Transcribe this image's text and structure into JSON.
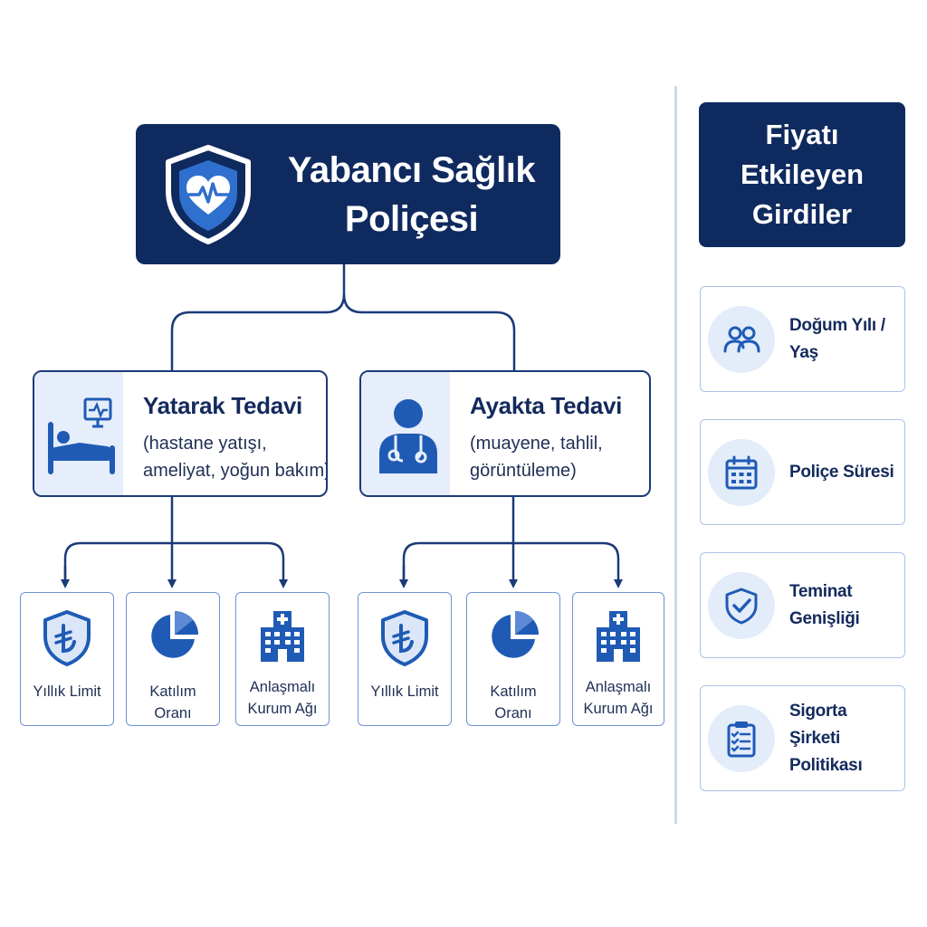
{
  "title": {
    "line1": "Yabancı Sağlık",
    "line2": "Poliçesi"
  },
  "branches": [
    {
      "title": "Yatarak Tedavi",
      "sub1": "(hastane yatışı,",
      "sub2": "ameliyat, yoğun bakım)",
      "icon": "hospital-bed-monitor-icon",
      "leaves": [
        {
          "line1": "Yıllık Limit",
          "line2": "",
          "icon": "lira-shield-icon"
        },
        {
          "line1": "Katılım Oranı",
          "line2": "",
          "icon": "pie-chart-icon"
        },
        {
          "line1": "Anlaşmalı",
          "line2": "Kurum Ağı",
          "icon": "hospital-building-icon"
        }
      ]
    },
    {
      "title": "Ayakta Tedavi",
      "sub1": "(muayene, tahlil,",
      "sub2": "görüntüleme)",
      "icon": "doctor-stethoscope-icon",
      "leaves": [
        {
          "line1": "Yıllık Limit",
          "line2": "",
          "icon": "lira-shield-icon"
        },
        {
          "line1": "Katılım Oranı",
          "line2": "",
          "icon": "pie-chart-icon"
        },
        {
          "line1": "Anlaşmalı",
          "line2": "Kurum Ağı",
          "icon": "hospital-building-icon"
        }
      ]
    }
  ],
  "sidebar": {
    "heading": {
      "line1": "Fiyatı",
      "line2": "Etkileyen",
      "line3": "Girdiler"
    },
    "items": [
      {
        "line1": "Doğum Yılı /",
        "line2": "Yaş",
        "icon": "people-icon"
      },
      {
        "line1": "Poliçe Süresi",
        "line2": "",
        "icon": "calendar-icon"
      },
      {
        "line1": "Teminat",
        "line2": "Genişliği",
        "icon": "shield-check-icon"
      },
      {
        "line1": "Sigorta Şirketi",
        "line2": "Politikası",
        "icon": "clipboard-checklist-icon"
      }
    ]
  },
  "colors": {
    "navy": "#0f2a5f",
    "blue": "#1f5bb5",
    "light_blue": "#e6eefb",
    "leaf_border": "#6f93d4"
  }
}
